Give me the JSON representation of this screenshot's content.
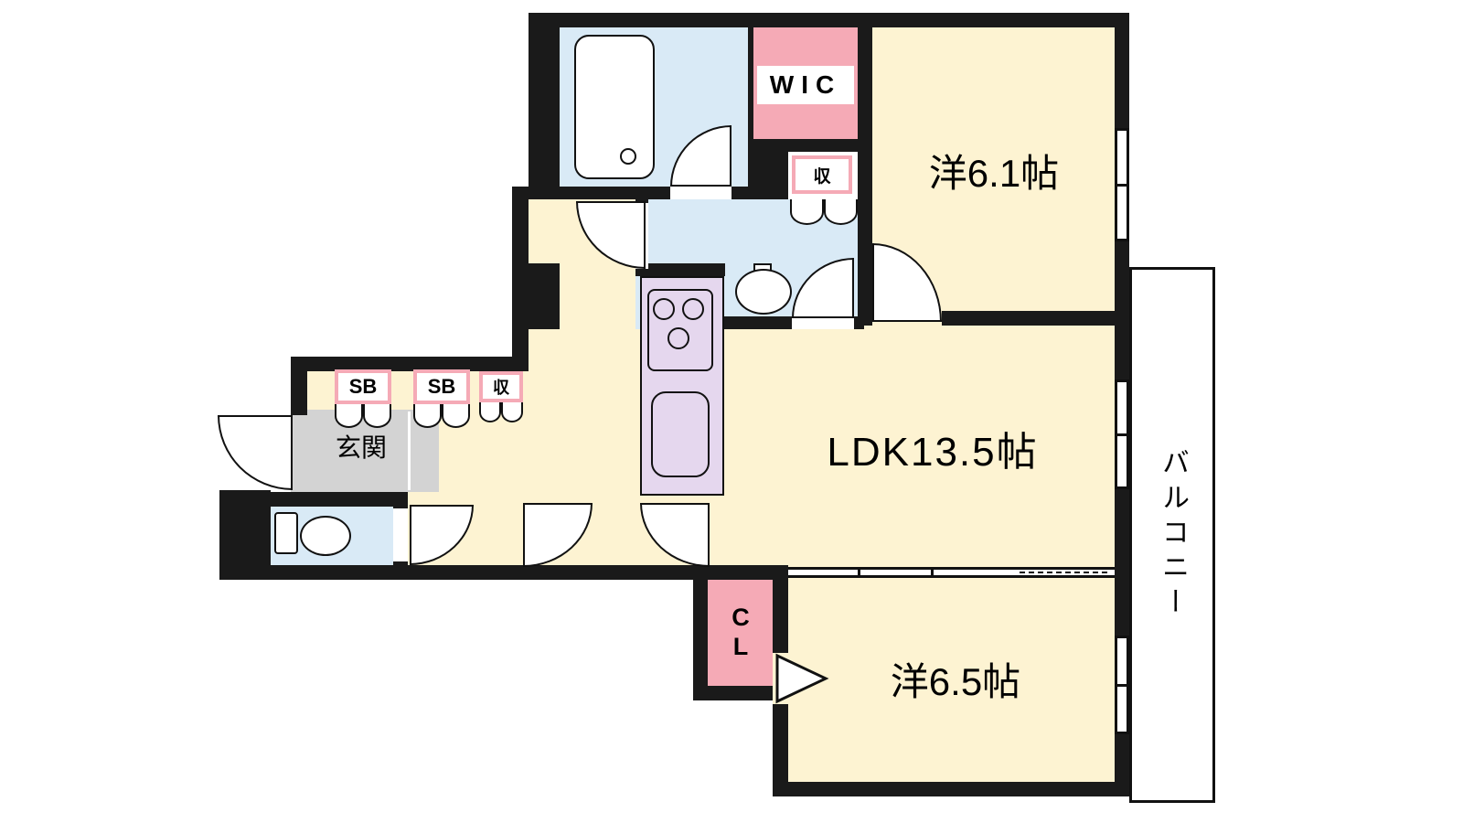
{
  "rooms": {
    "bedroom1": {
      "label": "洋6.1帖"
    },
    "ldk": {
      "label": "LDK13.5帖"
    },
    "bedroom2": {
      "label": "洋6.5帖"
    },
    "balcony": {
      "label": "バルコニー"
    },
    "entrance": {
      "label": "玄関"
    },
    "wic": {
      "label": "WIC"
    },
    "closet": {
      "label": "CL"
    },
    "shoebox1": {
      "label": "SB"
    },
    "shoebox2": {
      "label": "SB"
    },
    "storage_hall": {
      "label": "収"
    },
    "storage_wash": {
      "label": "収"
    }
  },
  "colors": {
    "wall": "#1a1a1a",
    "line": "#111111",
    "room": "#fdf3d2",
    "wet": "#d9eaf6",
    "pink": "#f5aab6",
    "kitchen": "#e5d7ee",
    "gray": "#d3d3d3",
    "bg": "#ffffff"
  }
}
